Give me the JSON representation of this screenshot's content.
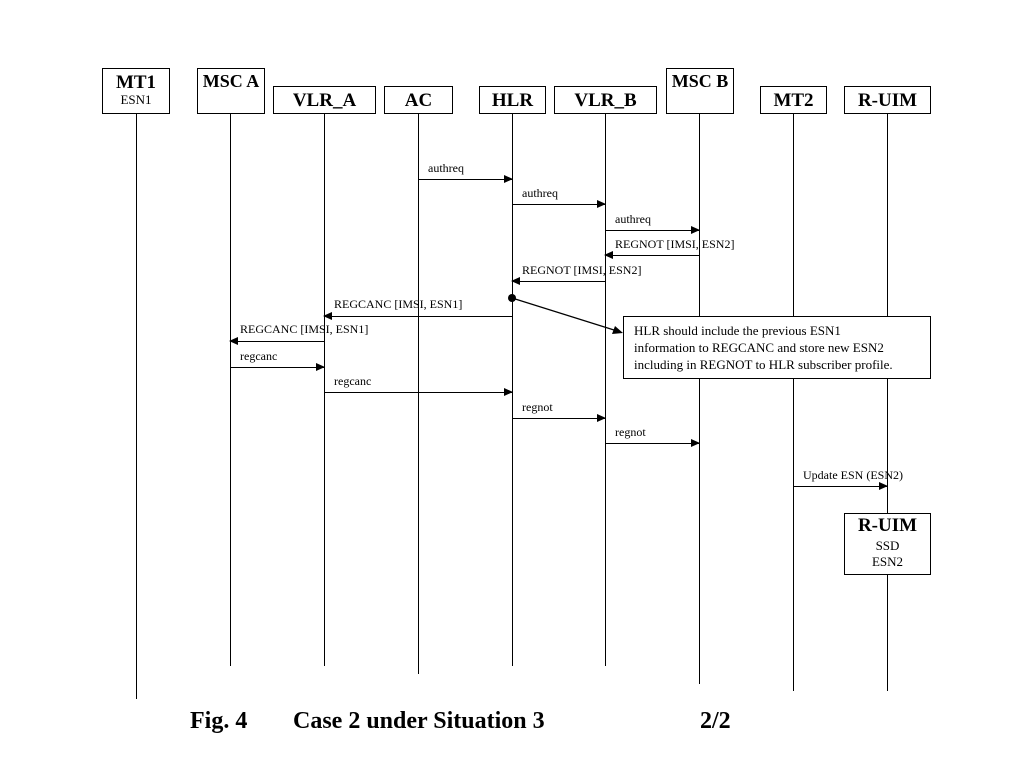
{
  "entities": {
    "mt1": {
      "name": "MT1",
      "sub": "ESN1"
    },
    "msc_a": {
      "name": "MSC A"
    },
    "vlr_a": {
      "name": "VLR_A"
    },
    "ac": {
      "name": "AC"
    },
    "hlr": {
      "name": "HLR"
    },
    "vlr_b": {
      "name": "VLR_B"
    },
    "msc_b": {
      "name": "MSC B"
    },
    "mt2": {
      "name": "MT2"
    },
    "r_uim": {
      "name": "R-UIM"
    },
    "r_uim_state": {
      "name": "R-UIM",
      "lines": [
        "SSD",
        "ESN2"
      ]
    }
  },
  "messages": [
    {
      "from": "AC",
      "to": "HLR",
      "label": "authreq"
    },
    {
      "from": "HLR",
      "to": "VLR_B",
      "label": "authreq"
    },
    {
      "from": "VLR_B",
      "to": "MSC B",
      "label": "authreq"
    },
    {
      "from": "MSC B",
      "to": "VLR_B",
      "label": "REGNOT [IMSI, ESN2]"
    },
    {
      "from": "VLR_B",
      "to": "HLR",
      "label": "REGNOT [IMSI, ESN2]"
    },
    {
      "from": "HLR",
      "to": "VLR_A",
      "label": "REGCANC [IMSI, ESN1]"
    },
    {
      "from": "VLR_A",
      "to": "MSC A",
      "label": "REGCANC [IMSI, ESN1]"
    },
    {
      "from": "MSC A",
      "to": "VLR_A",
      "label": "regcanc"
    },
    {
      "from": "VLR_A",
      "to": "HLR",
      "label": "regcanc"
    },
    {
      "from": "HLR",
      "to": "VLR_B",
      "label": "regnot"
    },
    {
      "from": "VLR_B",
      "to": "MSC B",
      "label": "regnot"
    },
    {
      "from": "MT2",
      "to": "R-UIM",
      "label": "Update ESN (ESN2)"
    }
  ],
  "note": {
    "lines": [
      "HLR should include the previous ESN1",
      "information to REGCANC and store new ESN2",
      "including in REGNOT to HLR subscriber profile."
    ]
  },
  "caption": {
    "figure": "Fig. 4",
    "title": "Case 2 under Situation 3",
    "page": "2/2"
  }
}
